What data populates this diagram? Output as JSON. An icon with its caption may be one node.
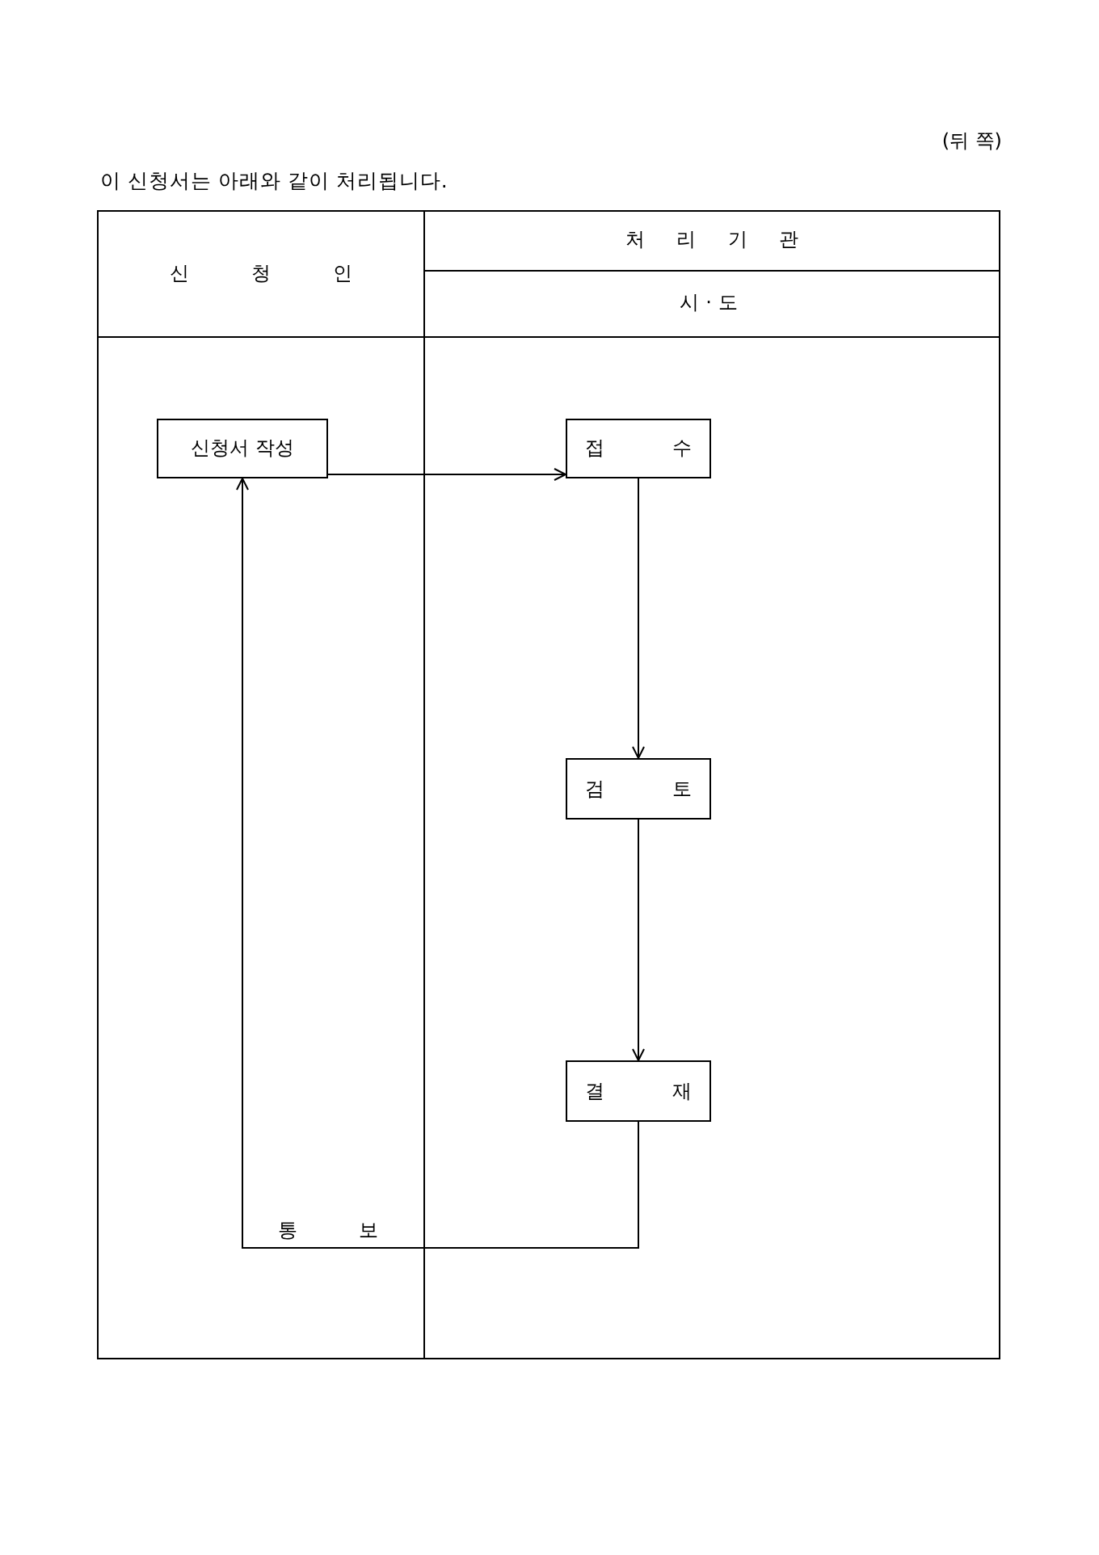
{
  "diagram": {
    "title": "이 신청서는 아래와 같이 처리됩니다.",
    "nodes": [
      {
        "text": [
          "신 청 인"
        ]
      },
      {
        "text": [
          "처 리 기 관",
          "시·도"
        ]
      },
      {
        "text": [
          "신청서 작성"
        ],
        "in": 0
      },
      {
        "text": [
          "접 수"
        ],
        "in": 1
      },
      {
        "text": [
          "검 토"
        ],
        "in": 1
      },
      {
        "text": [
          "결 재"
        ],
        "in": 1
      }
    ],
    "edges": [
      {
        "from": 2,
        "to": 3,
        "arrow": "to"
      },
      {
        "from": 3,
        "to": 4,
        "arrow": "to"
      },
      {
        "from": 4,
        "to": 5,
        "arrow": "to"
      },
      {
        "from": 5,
        "to": 2,
        "arrow": "to",
        "label": "통 보"
      }
    ],
    "labels": [
      "(뒤 쪽)"
    ]
  }
}
